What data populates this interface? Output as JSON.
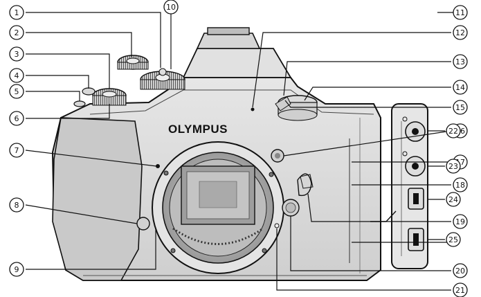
{
  "diagram": {
    "brand_label": "OLYMPUS",
    "callouts": [
      "1",
      "2",
      "3",
      "4",
      "5",
      "6",
      "7",
      "8",
      "9",
      "10",
      "11",
      "12",
      "13",
      "14",
      "15",
      "16",
      "17",
      "18",
      "19",
      "20",
      "21",
      "22",
      "23",
      "24",
      "25"
    ]
  }
}
